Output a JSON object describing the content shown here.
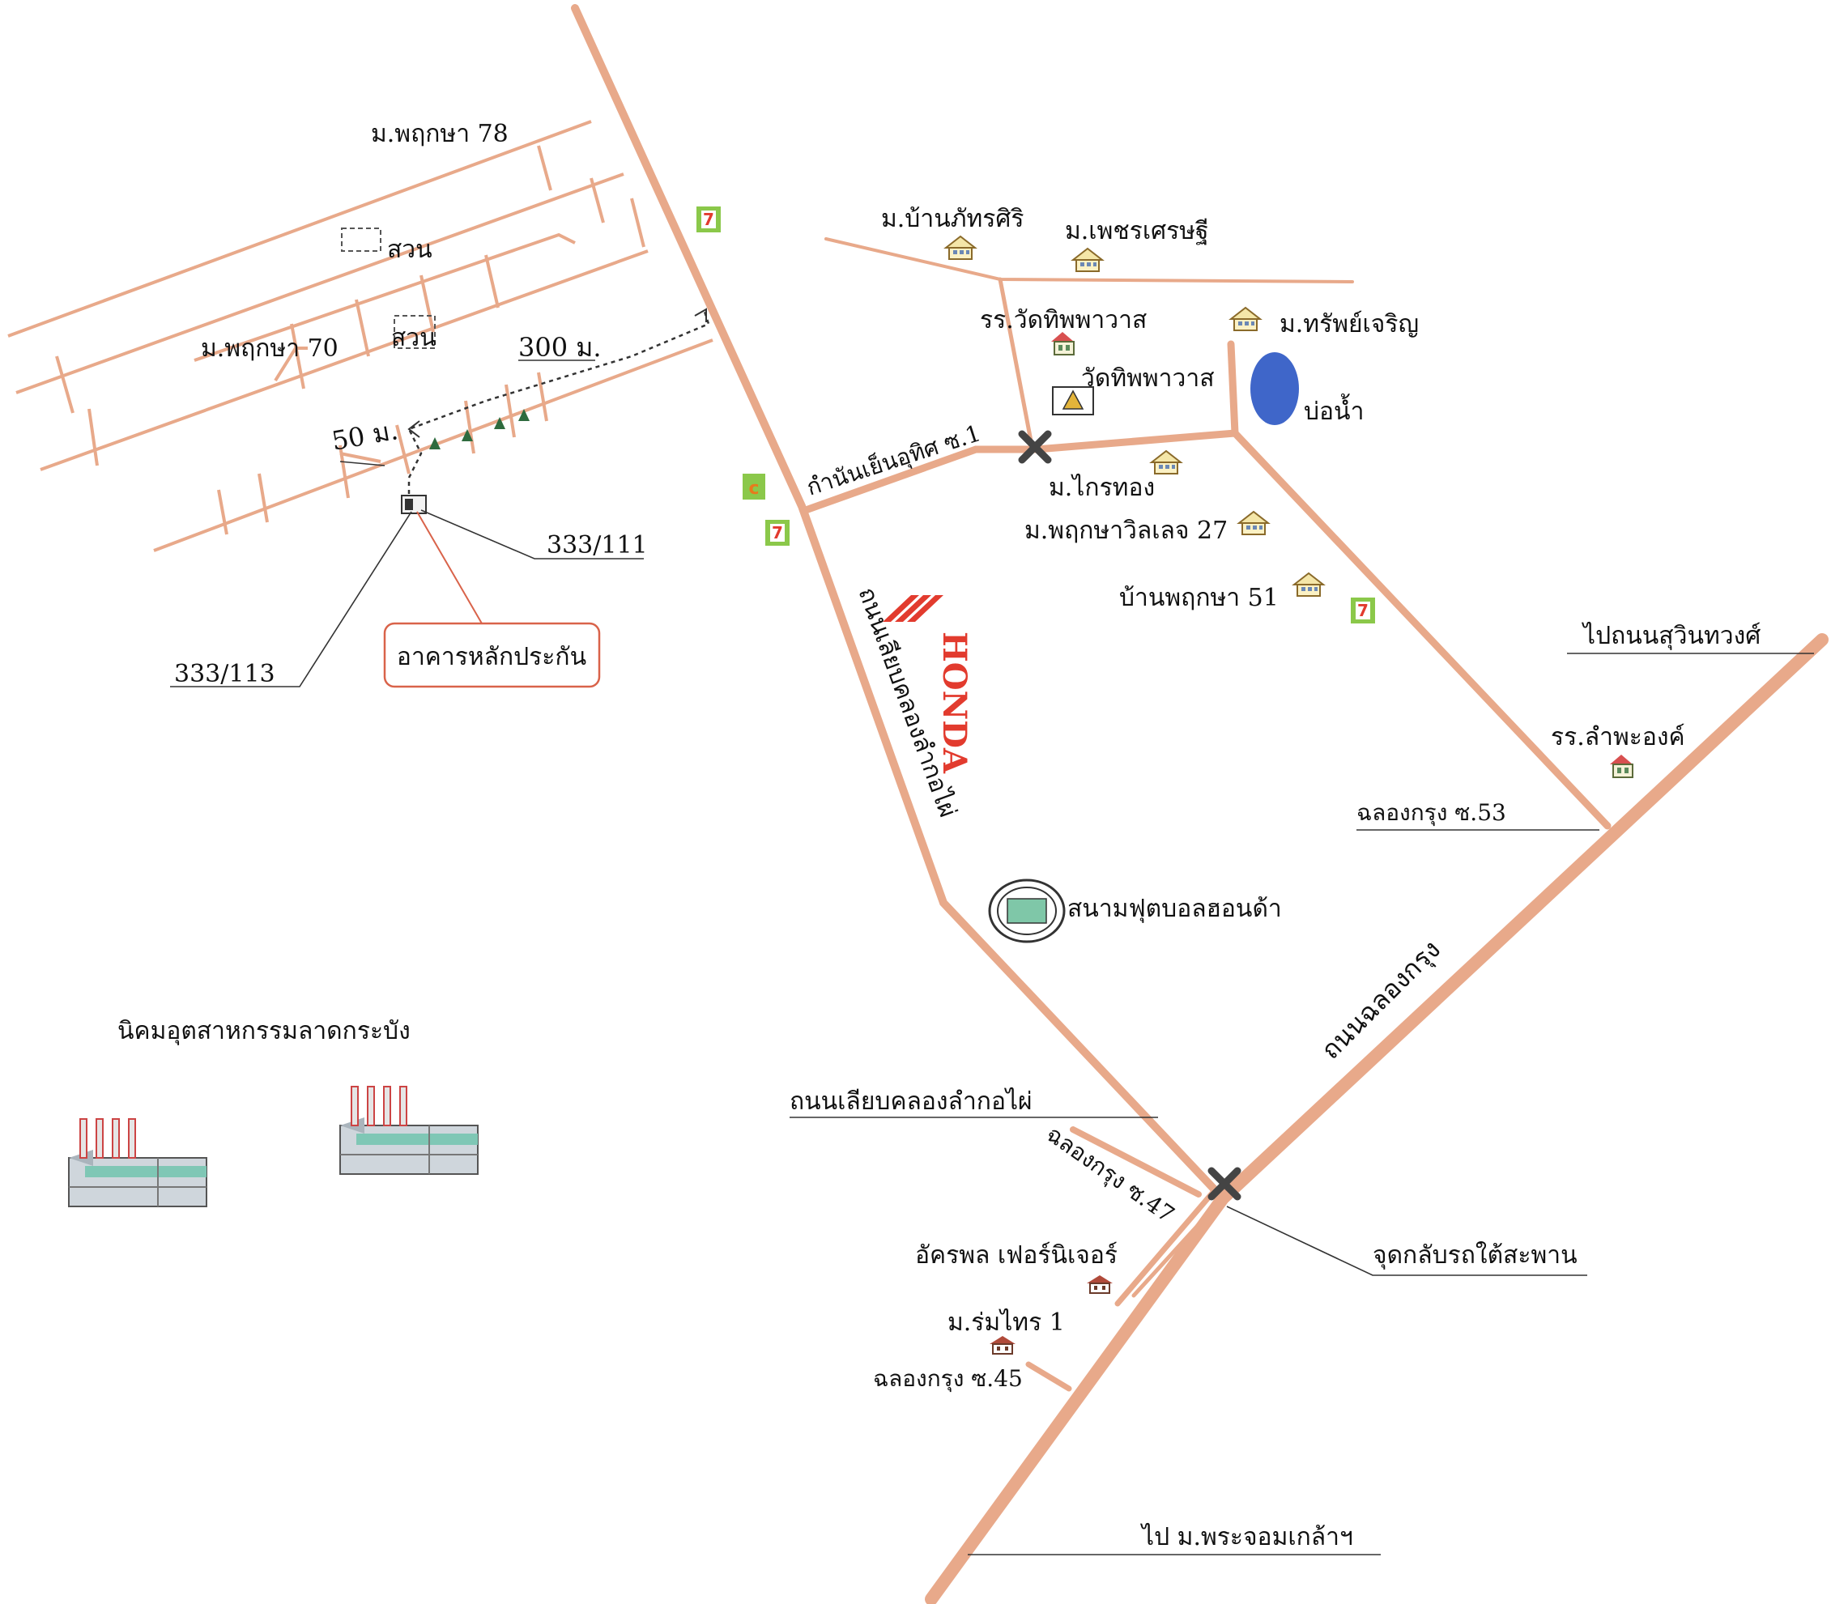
{
  "labels": {
    "moo_78": "ม.พฤกษา 78",
    "moo_70": "ม.พฤกษา 70",
    "suan_1": "สวน",
    "suan_2": "สวน",
    "dist_300": "300 ม.",
    "dist_50": "50 ม.",
    "plot_111": "333/111",
    "plot_113": "333/113",
    "collateral": "อาคารหลักประกัน",
    "ban_phatsiri": "ม.บ้านภัทรศิริ",
    "phetsetthi": "ม.เพชรเศรษฐี",
    "school_wat": "รร.วัดทิพพาวาส",
    "sapcharoen": "ม.ทรัพย์เจริญ",
    "wat": "วัดทิพพาวาส",
    "pond": "บ่อน้ำ",
    "soi_kamnan": "กำนันเย็นอุทิศ ซ.1",
    "kraithong": "ม.ไกรทอง",
    "villa27": "ม.พฤกษาวิลเลจ 27",
    "ban51": "บ้านพฤกษา 51",
    "honda_logo": "HONDA",
    "road_canal_vertical": "ถนนเลียบคลองลำกอไผ่",
    "to_suwinthawong": "ไปถนนสุวินทวงศ์",
    "school_lampaong": "รร.ลำพะองค์",
    "soi53": "ฉลองกรุง ซ.53",
    "football": "สนามฟุตบอลฮอนด้า",
    "road_chalongkrung": "ถนนฉลองกรุง",
    "industrial": "นิคมอุตสาหกรรมลาดกระบัง",
    "road_canal": "ถนนเลียบคลองลำกอไผ่",
    "soi47": "ฉลองกรุง ซ.47",
    "furniture": "อัครพล เฟอร์นิเจอร์",
    "romsai": "ม.ร่มไทร 1",
    "soi45": "ฉลองกรุง ซ.45",
    "uturn": "จุดกลับรถใต้สะพาน",
    "to_kmitl": "ไป ม.พระจอมเกล้าฯ"
  },
  "icons": {
    "store_7eleven": "7-eleven-icon",
    "store_c": "convenience-store-icon",
    "house": "house-icon",
    "school": "school-icon",
    "temple": "temple-icon",
    "stadium": "stadium-icon",
    "factory": "factory-icon",
    "junction": "junction-x-icon"
  },
  "colors": {
    "road": "#e8a98a",
    "callout": "#d9634a",
    "pond": "#3f66c9",
    "honda": "#e23b2e",
    "seven_green": "#7fc241"
  }
}
